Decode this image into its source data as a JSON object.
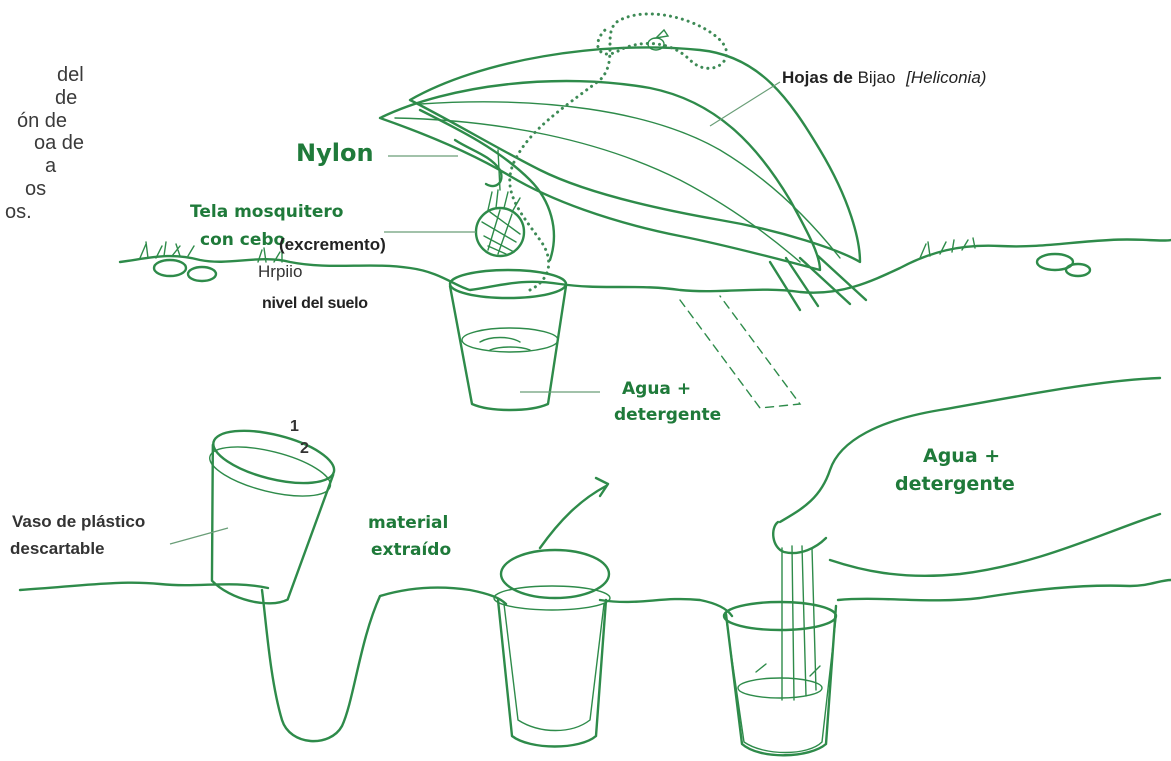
{
  "intro_fragment": [
    "del",
    "de",
    "ón de",
    "oa de",
    "a",
    "os",
    "os."
  ],
  "labels": {
    "hojas_bold": "Hojas de",
    "hojas_plain": "Bijao",
    "hojas_italic": "[Heliconia)",
    "nylon": "Nylon",
    "tela_line1": "Tela mosquitero",
    "tela_line2": "con cebo",
    "excremento": "(excremento)",
    "hrpiio": "Hrpiio",
    "nivel_suelo": "nivel del suelo",
    "agua_top_line1": "Agua +",
    "agua_top_line2": "detergente",
    "num_1": "1",
    "num_2": "2",
    "vaso_line1": "Vaso de plástico",
    "vaso_line2": "descartable",
    "material_line1": "material",
    "material_line2": "extraído",
    "agua_bottom_line1": "Agua +",
    "agua_bottom_line2": "detergente"
  },
  "colors": {
    "line": "#2e8b4a",
    "label_green": "#1f7a3a",
    "label_gray": "#3a3a3a"
  }
}
